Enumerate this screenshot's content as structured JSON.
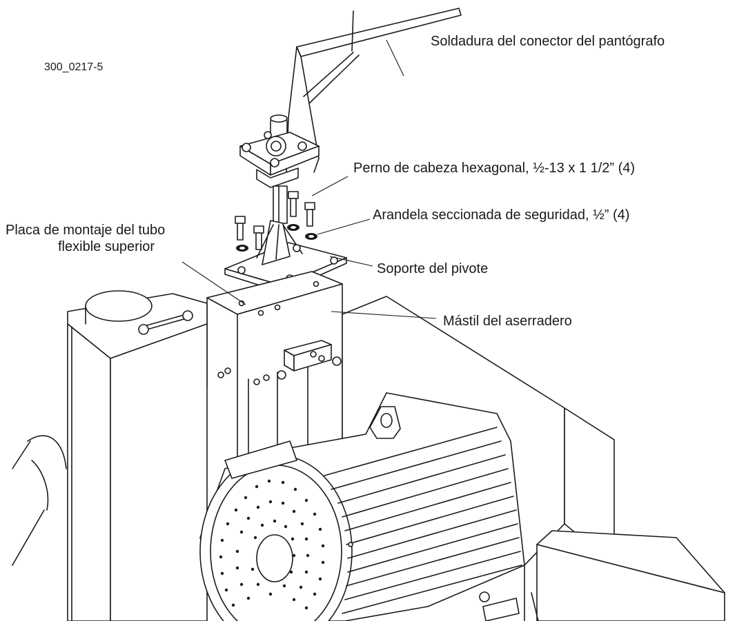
{
  "figure": {
    "id": "300_0217-5"
  },
  "callouts": {
    "pantograph_weld": "Soldadura del conector del pantógrafo",
    "hex_bolt": "Perno de cabeza hexagonal, ½-13 x 1 1/2” (4)",
    "lock_washer": "Arandela seccionada de seguridad, ½” (4)",
    "hose_plate_line1": "Placa de montaje del tubo",
    "hose_plate_line2": "flexible superior",
    "pivot_bracket": "Soporte del pivote",
    "sawmill_mast": "Mástil del aserradero"
  },
  "colors": {
    "ink": "#1a1a1a",
    "paper": "#ffffff"
  }
}
